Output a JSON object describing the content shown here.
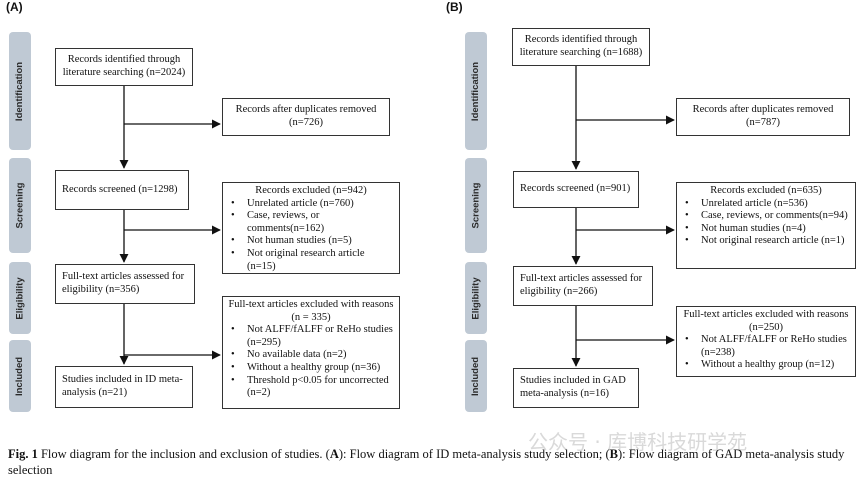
{
  "panels": {
    "A": {
      "label": "(A)",
      "stages": [
        "Identification",
        "Screening",
        "Eligibility",
        "Included"
      ],
      "identified": [
        "Records identified through",
        "literature searching (n=2024)"
      ],
      "duplicates": [
        "Records after duplicates removed",
        "(n=726)"
      ],
      "screened": "Records screened (n=1298)",
      "excluded_head": "Records excluded (n=942)",
      "excluded_items": [
        "Unrelated  article (n=760)",
        "Case, reviews, or comments(n=162)",
        "Not human studies (n=5)",
        "Not original research article (n=15)"
      ],
      "fulltext": [
        "Full-text articles assessed for",
        "eligibility (n=356)"
      ],
      "ft_excluded_head": "Full-text articles excluded with reasons (n = 335)",
      "ft_excluded_items": [
        "Not ALFF/fALFF or ReHo studies (n=295)",
        "No available data (n=2)",
        "Without a healthy group (n=36)",
        "Threshold p<0.05 for uncorrected (n=2)"
      ],
      "included": [
        "Studies included in ID meta-",
        "analysis  (n=21)"
      ]
    },
    "B": {
      "label": "(B)",
      "stages": [
        "Identification",
        "Screening",
        "Eligibility",
        "Included"
      ],
      "identified": [
        "Records identified through",
        "literature searching (n=1688)"
      ],
      "duplicates": [
        "Records after duplicates removed",
        "(n=787)"
      ],
      "screened": "Records screened (n=901)",
      "excluded_head": "Records excluded (n=635)",
      "excluded_items": [
        "Unrelated article (n=536)",
        "Case, reviews, or comments(n=94)",
        "Not human studies (n=4)",
        "Not original research article (n=1)"
      ],
      "fulltext": [
        "Full-text articles assessed for",
        "eligibility (n=266)"
      ],
      "ft_excluded_head": "Full-text articles excluded with reasons (n=250)",
      "ft_excluded_items": [
        "Not ALFF/fALFF or ReHo studies (n=238)",
        "Without a healthy group (n=12)"
      ],
      "included": [
        "Studies included in GAD",
        "meta-analysis (n=16)"
      ]
    }
  },
  "caption": {
    "fig": "Fig. 1",
    "text1": "  Flow diagram for the inclusion and exclusion of studies. (",
    "a": "A",
    "text2": "): Flow diagram of ID meta-analysis study selection; (",
    "b": "B",
    "text3": "): Flow diagram of GAD meta-analysis study selection"
  },
  "watermark": "公众号 · 库博科技研学苑"
}
